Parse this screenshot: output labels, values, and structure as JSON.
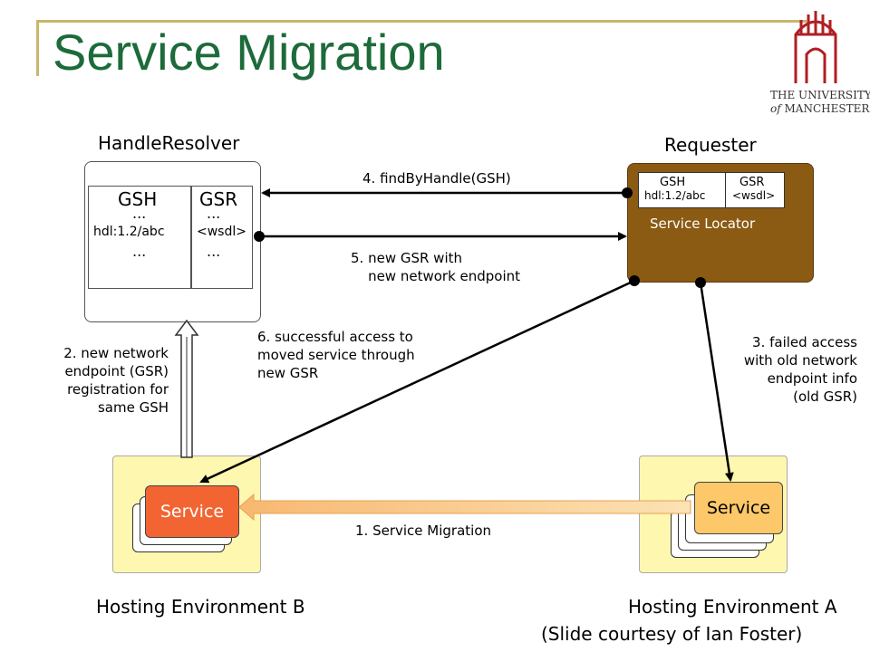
{
  "title": "Service Migration",
  "logo": {
    "line1": "THE UNIVERSITY",
    "line2_of": "of",
    "line2": "MANCHESTER",
    "color": "#b01e23"
  },
  "handle_resolver": {
    "label": "HandleResolver",
    "col1_header": "GSH",
    "col2_header": "GSR",
    "dots": "...",
    "gsh_value": "hdl:1.2/abc",
    "gsr_value": "<wsdl>"
  },
  "requester": {
    "label": "Requester",
    "gsh_header": "GSH",
    "gsh_value": "hdl:1.2/abc",
    "gsr_header": "GSR",
    "gsr_value": "<wsdl>",
    "locator_label": "Service Locator",
    "fill_color": "#8b5a13"
  },
  "steps": {
    "s1": "1. Service Migration",
    "s2": "2. new network\nendpoint (GSR)\nregistration for\nsame GSH",
    "s3": "3. failed access\nwith old network\nendpoint info\n(old GSR)",
    "s4": "4. findByHandle(GSH)",
    "s5": "5. new GSR with\n    new network endpoint",
    "s6": "6. successful access to\nmoved service through\nnew GSR"
  },
  "env_b": {
    "label": "Hosting Environment B",
    "service_label": "Service",
    "service_color": "#f26533"
  },
  "env_a": {
    "label": "Hosting Environment A",
    "service_label": "Service",
    "service_color": "#fcc86a"
  },
  "credit": "(Slide courtesy of Ian Foster)"
}
